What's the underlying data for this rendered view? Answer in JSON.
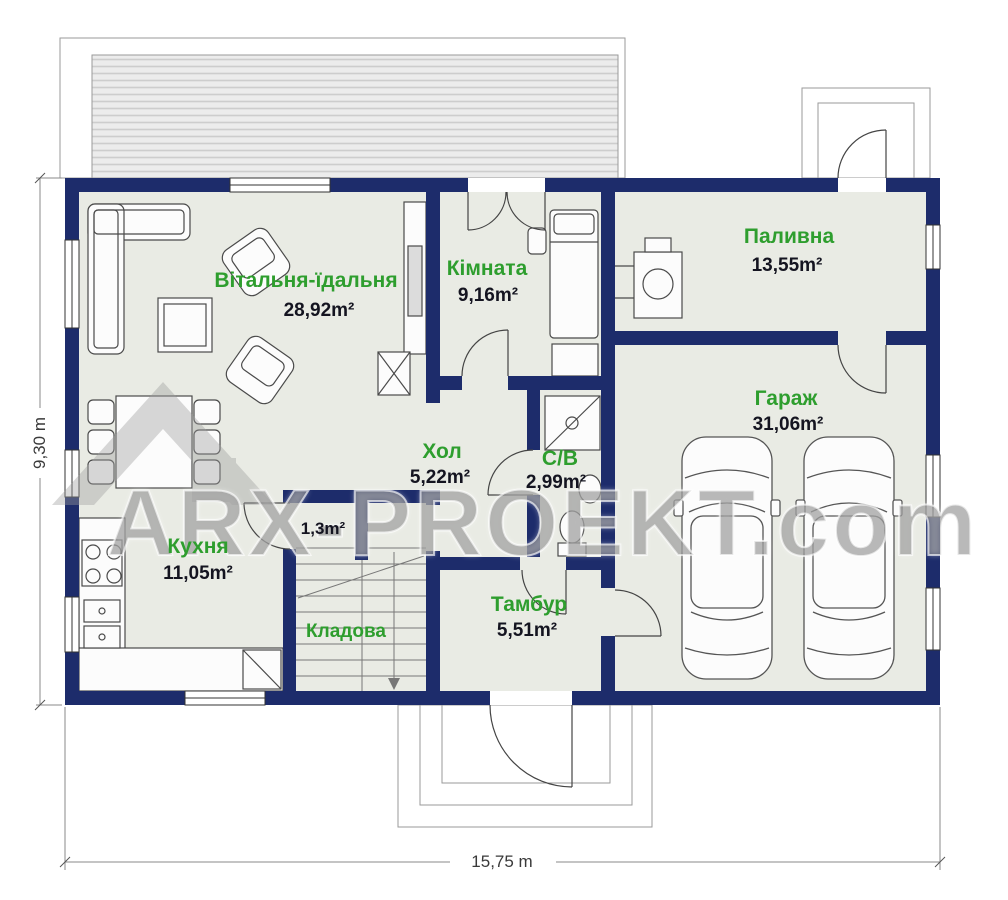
{
  "rooms": [
    {
      "name": "Вітальня-їдальня",
      "area": "28,92m²"
    },
    {
      "name": "Кімната",
      "area": "9,16m²"
    },
    {
      "name": "Паливна",
      "area": "13,55m²"
    },
    {
      "name": "Гараж",
      "area": "31,06m²"
    },
    {
      "name": "Хол",
      "area": "5,22m²"
    },
    {
      "name": "С/В",
      "area": "2,99m²"
    },
    {
      "name": "Кухня",
      "area": "11,05m²"
    },
    {
      "name": "Тамбур",
      "area": "5,51m²"
    },
    {
      "name": "Кладова"
    },
    {
      "area": "1,3m²"
    }
  ],
  "dimensions": {
    "height": "9,30 m",
    "width": "15,75 m"
  },
  "watermark": "ARX-PROEKT.com",
  "colors": {
    "wall": "#1d2c6b",
    "floor": "#e9ebe4",
    "room_name": "#2e9e2e",
    "room_area": "#141420",
    "watermark_gray": "#808080"
  }
}
